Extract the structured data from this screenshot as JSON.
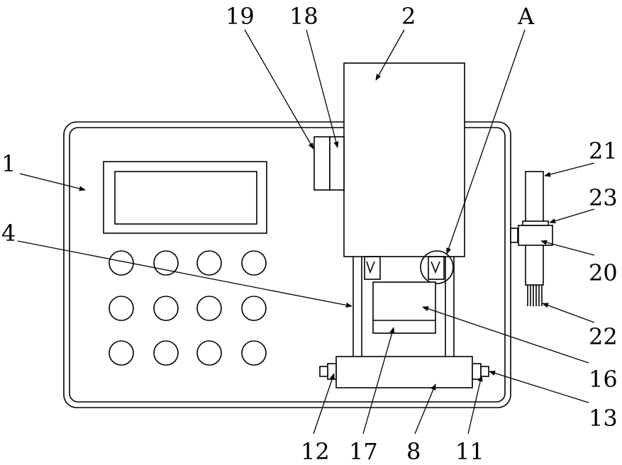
{
  "labels": {
    "l1": "1",
    "l2": "2",
    "l4": "4",
    "l8": "8",
    "l11": "11",
    "l12": "12",
    "l13": "13",
    "l16": "16",
    "l17": "17",
    "l18": "18",
    "l19": "19",
    "l20": "20",
    "l21": "21",
    "l22": "22",
    "l23": "23",
    "lA": "A"
  },
  "colors": {
    "line": "#000000",
    "background": "#ffffff"
  }
}
